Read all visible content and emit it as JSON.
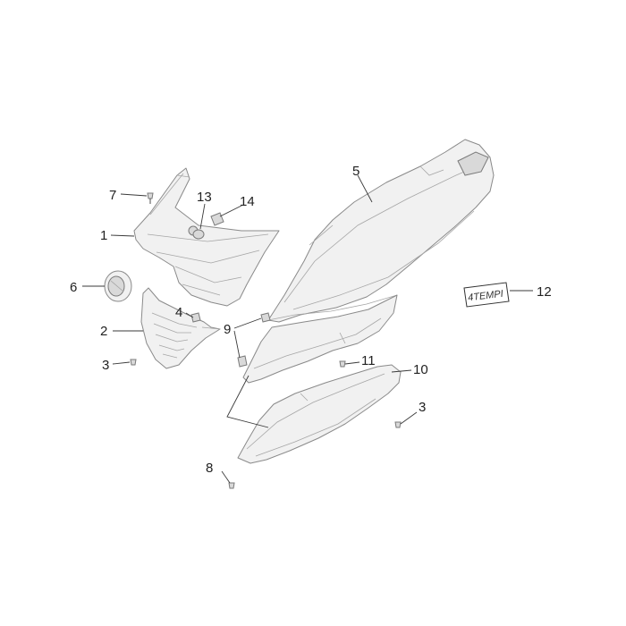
{
  "callouts": {
    "c1": "1",
    "c2": "2",
    "c3a": "3",
    "c3b": "3",
    "c4": "4",
    "c5": "5",
    "c6": "6",
    "c7": "7",
    "c8": "8",
    "c9": "9",
    "c10": "10",
    "c11": "11",
    "c12": "12",
    "c13": "13",
    "c14": "14"
  },
  "decal": {
    "text": "4TEMPI"
  }
}
